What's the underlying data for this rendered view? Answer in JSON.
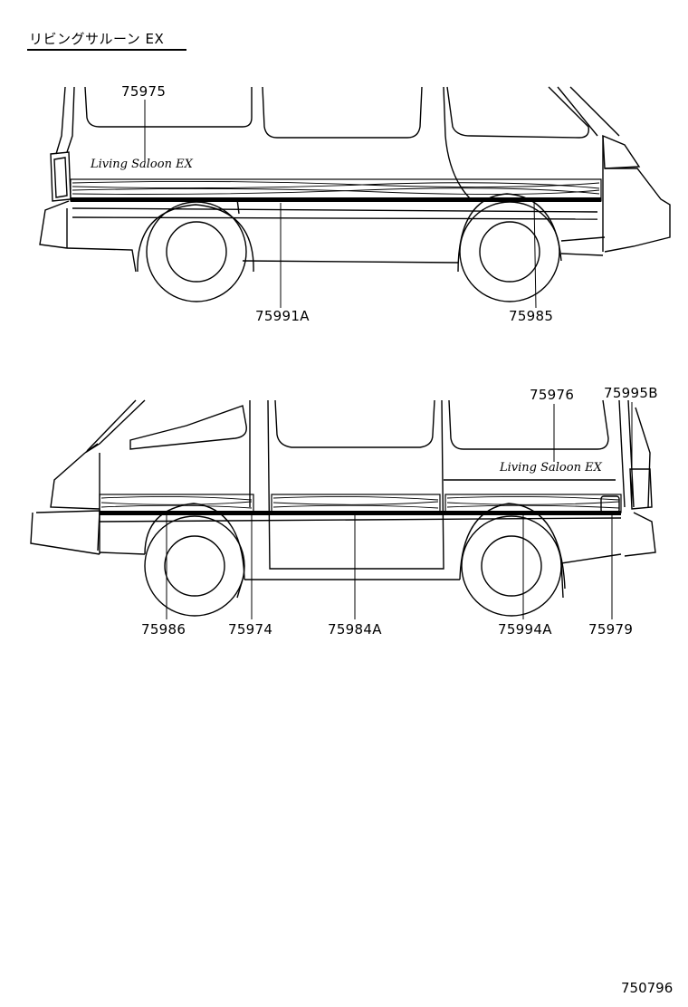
{
  "header": {
    "title": "リビングサルーン EX"
  },
  "top_view": {
    "badge_text": "Living Saloon EX",
    "callouts": [
      {
        "id": "c1",
        "text": "75975"
      },
      {
        "id": "c2",
        "text": "75991A"
      },
      {
        "id": "c3",
        "text": "75985"
      }
    ]
  },
  "bottom_view": {
    "badge_text": "Living Saloon EX",
    "callouts": [
      {
        "id": "c4",
        "text": "75976"
      },
      {
        "id": "c5",
        "text": "75995B"
      },
      {
        "id": "c6",
        "text": "75986"
      },
      {
        "id": "c7",
        "text": "75974"
      },
      {
        "id": "c8",
        "text": "75984A"
      },
      {
        "id": "c9",
        "text": "75994A"
      },
      {
        "id": "c10",
        "text": "75979"
      }
    ]
  },
  "footer": {
    "figure_number": "750796"
  }
}
